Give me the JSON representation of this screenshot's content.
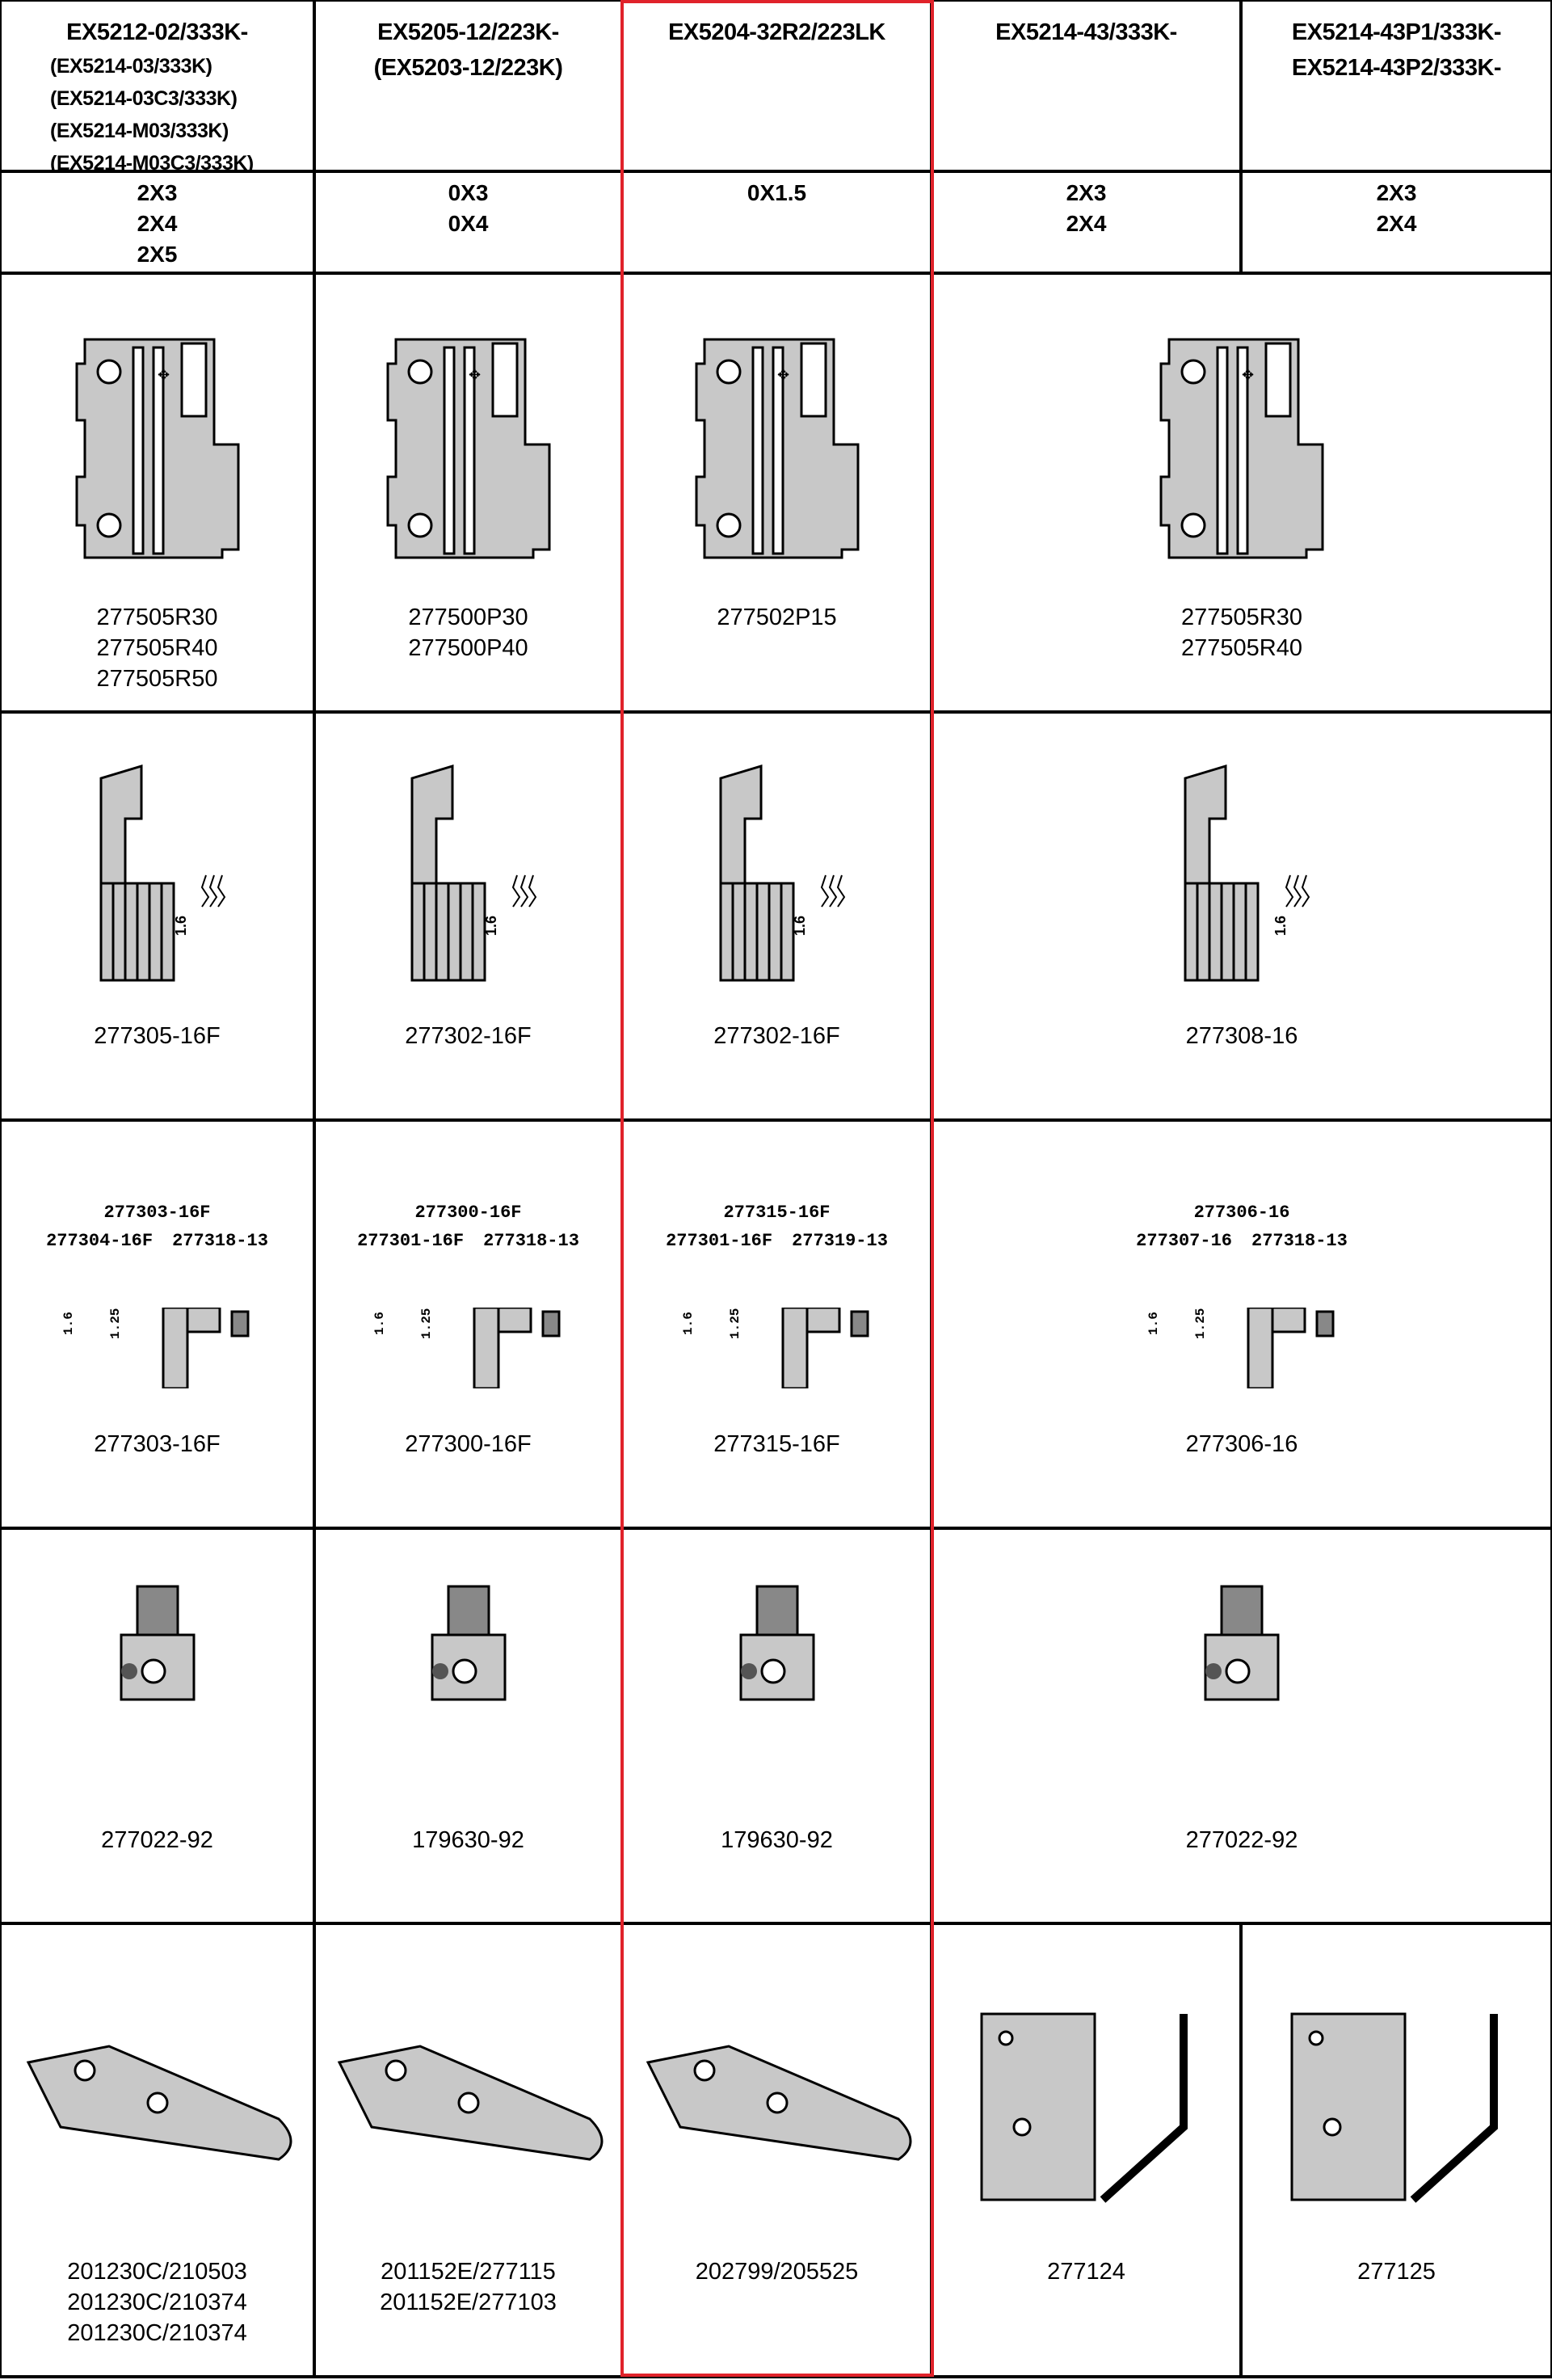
{
  "colors": {
    "border": "#000000",
    "highlight": "#e0222a",
    "part_fill": "#c8c8c8"
  },
  "models": [
    {
      "main": "EX5212-02/333K-",
      "subs": [
        "(EX5214-03/333K)",
        "(EX5214-03C3/333K)",
        "(EX5214-M03/333K)",
        "(EX5214-M03C3/333K)"
      ]
    },
    {
      "main": "EX5205-12/223K-",
      "subs": [
        "(EX5203-12/223K)"
      ]
    },
    {
      "main": "EX5204-32R2/223LK",
      "subs": []
    },
    {
      "main": "EX5214-43/333K-",
      "subs": []
    },
    {
      "main": "EX5214-43P1/333K-",
      "subs": [
        "EX5214-43P2/333K-"
      ]
    }
  ],
  "sizes": [
    [
      "2X3",
      "2X4",
      "2X5"
    ],
    [
      "0X3",
      "0X4"
    ],
    [
      "0X1.5"
    ],
    [
      "2X3",
      "2X4"
    ],
    [
      "2X3",
      "2X4"
    ]
  ],
  "needle_plates": [
    [
      "277505R30",
      "277505R40",
      "277505R50"
    ],
    [
      "277500P30",
      "277500P40"
    ],
    [
      "277502P15"
    ],
    [
      "277505R30",
      "277505R40"
    ]
  ],
  "feed_dogs": [
    [
      "277305-16F"
    ],
    [
      "277302-16F"
    ],
    [
      "277302-16F"
    ],
    [
      "277308-16"
    ]
  ],
  "feed_dog_sets": [
    {
      "set": "277303-16F",
      "parts": [
        "277304-16F",
        "277318-13"
      ],
      "gauges": [
        "1.6",
        "1.25"
      ]
    },
    {
      "set": "277300-16F",
      "parts": [
        "277301-16F",
        "277318-13"
      ],
      "gauges": [
        "1.6",
        "1.25"
      ]
    },
    {
      "set": "277315-16F",
      "parts": [
        "277301-16F",
        "277319-13"
      ],
      "gauges": [
        "1.6",
        "1.25"
      ]
    },
    {
      "set": "277306-16",
      "parts": [
        "277307-16",
        "277318-13"
      ],
      "gauges": [
        "1.6",
        "1.25"
      ]
    }
  ],
  "feed_dog_set_parts": [
    [
      "277303-16F"
    ],
    [
      "277300-16F"
    ],
    [
      "277315-16F"
    ],
    [
      "277306-16"
    ]
  ],
  "feed_dog_gauge": "1.6",
  "needle_clamps": [
    [
      "277022-92"
    ],
    [
      "179630-92"
    ],
    [
      "179630-92"
    ],
    [
      "277022-92"
    ]
  ],
  "presser_feet": [
    [
      "201230C/210503",
      "201230C/210374",
      "201230C/210374"
    ],
    [
      "201152E/277115",
      "201152E/277103"
    ],
    [
      "202799/205525"
    ],
    [
      "277124"
    ],
    [
      "277125"
    ]
  ]
}
